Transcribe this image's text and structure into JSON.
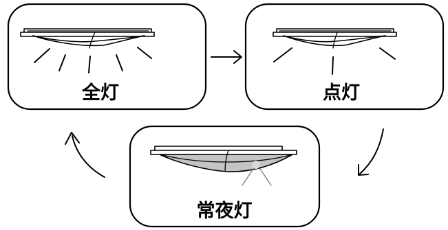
{
  "modes": {
    "all_on": {
      "label": "全灯"
    },
    "dimmed": {
      "label": "点灯"
    },
    "night_light": {
      "label": "常夜灯"
    }
  },
  "colors": {
    "outline": "#000000",
    "background": "#ffffff",
    "shade_dim": "#c4c4c4",
    "night_glow": "#d9d9d9"
  },
  "icons": {
    "fixture": "ceiling-light-icon",
    "rays": "light-ray-icon",
    "arrow": "cycle-arrow-icon"
  }
}
